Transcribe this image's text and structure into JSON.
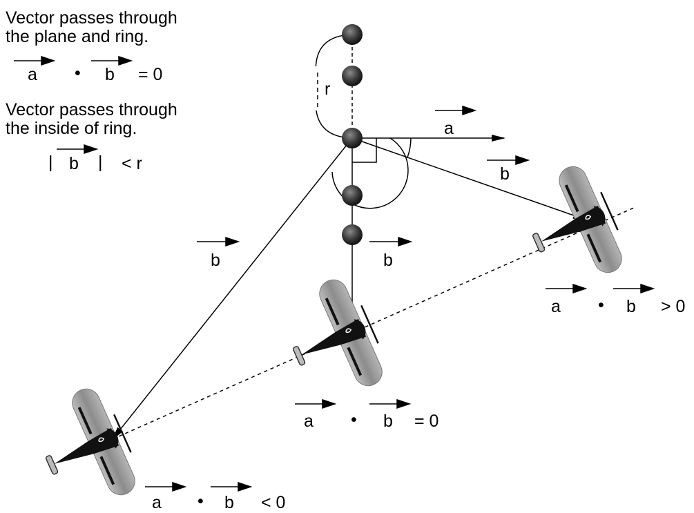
{
  "captions": {
    "case1_line1": "Vector passes through",
    "case1_line2": "the plane and ring.",
    "case1_formula": {
      "a": "a",
      "dot": "•",
      "b": "b",
      "rel": "= 0"
    },
    "case2_line1": "Vector passes through",
    "case2_line2": "the inside of ring.",
    "case2_formula": {
      "bar_left": "|",
      "b": "b",
      "bar_right": "|",
      "rel": "< r"
    }
  },
  "ring": {
    "radius_label": "r",
    "ring_color": "#2a2a2a"
  },
  "vectors": {
    "a_label": "a",
    "b_right_label": "b",
    "b_left_label": "b",
    "b_down_label": "b"
  },
  "planes": [
    {
      "name": "plane-right",
      "formula": {
        "a": "a",
        "dot": "•",
        "b": "b",
        "rel": "> 0"
      }
    },
    {
      "name": "plane-middle",
      "formula": {
        "a": "a",
        "dot": "•",
        "b": "b",
        "rel": "= 0"
      }
    },
    {
      "name": "plane-left",
      "formula": {
        "a": "a",
        "dot": "•",
        "b": "b",
        "rel": "< 0"
      }
    }
  ],
  "colors": {
    "ink": "#000000",
    "wing": "#9a9a9a",
    "wing_edge": "#555555",
    "ball": "#333333"
  }
}
